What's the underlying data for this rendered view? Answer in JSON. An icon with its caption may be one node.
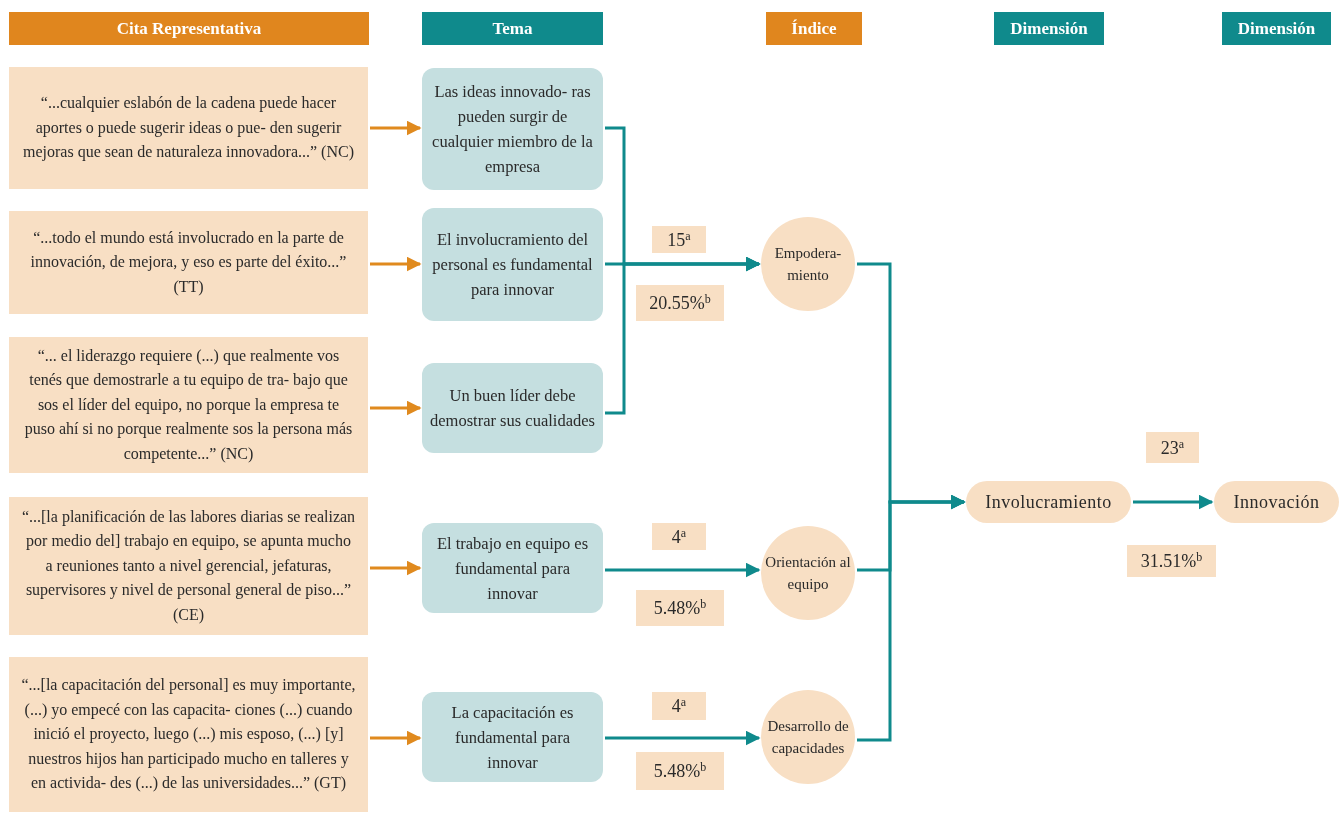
{
  "diagram": {
    "nodes": [
      {
        "text": [
          "Cita Representativa"
        ]
      },
      {
        "text": [
          "Tema"
        ]
      },
      {
        "text": [
          "Índice"
        ]
      },
      {
        "text": [
          "Dimensión"
        ]
      },
      {
        "text": [
          "Dimensión"
        ]
      },
      {
        "text": [
          "“...cualquier eslabón de la cadena puede hacer aportes o puede sugerir ideas o pue- den sugerir mejoras que sean de naturaleza innovadora...” (NC)"
        ]
      },
      {
        "text": [
          "“...todo el mundo está involucrado en la parte de innovación, de mejora, y eso es parte del éxito...” (TT)"
        ]
      },
      {
        "text": [
          "“... el liderazgo requiere (...) que realmente vos tenés que demostrarle a tu equipo de tra- bajo que sos el líder del equipo, no porque la empresa te puso ahí si no porque realmente sos la persona más competente...” (NC)"
        ]
      },
      {
        "text": [
          "“...[la planificación de las labores diarias se realizan por medio del] trabajo en equipo, se apunta mucho a reuniones tanto a nivel gerencial, jefaturas, supervisores y nivel de personal general de piso...” (CE)"
        ]
      },
      {
        "text": [
          "“...[la capacitación del personal] es muy importante, (...) yo empecé con las capacita- ciones (...) cuando inició el proyecto, luego (...) mis esposo, (...) [y] nuestros hijos han participado mucho en talleres y en activida- des (...) de las universidades...” (GT)"
        ]
      },
      {
        "text": [
          "Las ideas innovado- ras pueden surgir de cualquier miembro de la empresa"
        ]
      },
      {
        "text": [
          "El involucramiento del personal es fundamental para innovar"
        ]
      },
      {
        "text": [
          "Un buen líder debe demostrar sus cualidades"
        ]
      },
      {
        "text": [
          "El trabajo en equipo es fundamental para innovar"
        ]
      },
      {
        "text": [
          "La capacitación es fundamental para innovar"
        ]
      },
      {
        "text": [
          "Empodera- miento"
        ]
      },
      {
        "text": [
          "Orientación al equipo"
        ]
      },
      {
        "text": [
          "Desarrollo de capacidades"
        ]
      },
      {
        "text": [
          "Involucramiento"
        ]
      },
      {
        "text": [
          "Innovación"
        ]
      },
      {
        "text": [
          "15$^{a}$"
        ]
      },
      {
        "text": [
          "20.55%$^{b}$"
        ]
      },
      {
        "text": [
          "4$^{a}$"
        ]
      },
      {
        "text": [
          "5.48%$^{b}$"
        ]
      },
      {
        "text": [
          "4$^{a}$"
        ]
      },
      {
        "text": [
          "5.48%$^{b}$"
        ]
      },
      {
        "text": [
          "23$^{a}$"
        ]
      },
      {
        "text": [
          "31.51%$^{b}$"
        ]
      }
    ],
    "edges": [
      {
        "from": 5,
        "to": 10,
        "arrow": "to",
        "color": "#e08a1e"
      },
      {
        "from": 6,
        "to": 11,
        "arrow": "to",
        "color": "#e08a1e"
      },
      {
        "from": 7,
        "to": 12,
        "arrow": "to",
        "color": "#e08a1e"
      },
      {
        "from": 8,
        "to": 13,
        "arrow": "to",
        "color": "#e08a1e"
      },
      {
        "from": 9,
        "to": 14,
        "arrow": "to",
        "color": "#e08a1e"
      },
      {
        "from": 10,
        "to": 15,
        "arrow": "to"
      },
      {
        "from": 11,
        "to": 15,
        "arrow": "to"
      },
      {
        "from": 12,
        "to": 15,
        "arrow": "to"
      },
      {
        "from": 13,
        "to": 16,
        "arrow": "to"
      },
      {
        "from": 14,
        "to": 17,
        "arrow": "to"
      },
      {
        "from": 15,
        "to": 18,
        "arrow": "to"
      },
      {
        "from": 16,
        "to": 18,
        "arrow": "to"
      },
      {
        "from": 17,
        "to": 18,
        "arrow": "to"
      },
      {
        "from": 18,
        "to": 19,
        "arrow": "to"
      }
    ]
  }
}
